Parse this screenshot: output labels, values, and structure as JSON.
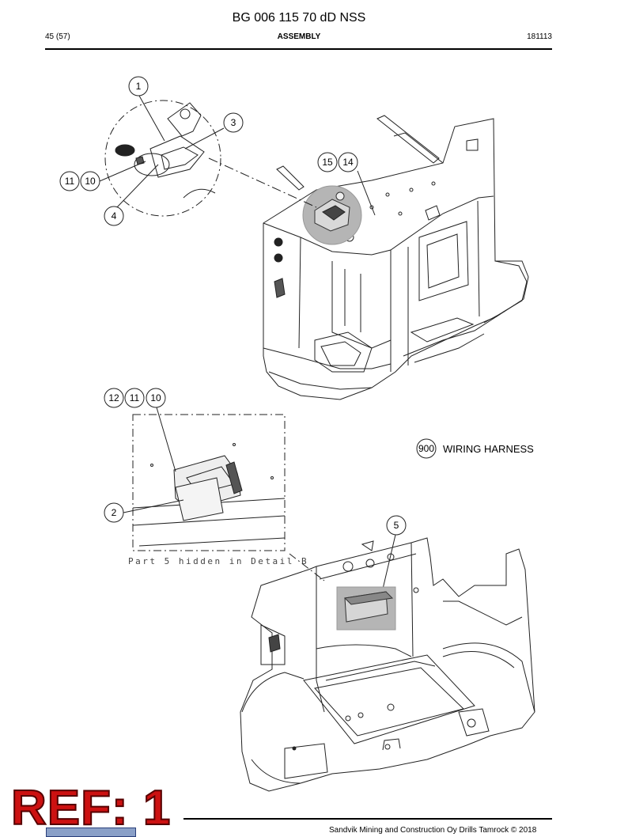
{
  "header": {
    "document_title": "BG 006 115 70 dD NSS",
    "page": "45 (57)",
    "section": "ASSEMBLY",
    "date": "181113"
  },
  "callouts": {
    "c1": "1",
    "c3": "3",
    "c15": "15",
    "c14": "14",
    "c11a": "11",
    "c10a": "10",
    "c4": "4",
    "c12": "12",
    "c11b": "11",
    "c10b": "10",
    "c2": "2",
    "c900": "900",
    "c5": "5"
  },
  "wiring_harness_label": "WIRING HARNESS",
  "detail_note": "Part 5 hidden in Detail B",
  "footer": {
    "ref_stamp": "REF: 1",
    "copyright": "Sandvik Mining and Construction Oy Drills Tamrock © 2018"
  }
}
